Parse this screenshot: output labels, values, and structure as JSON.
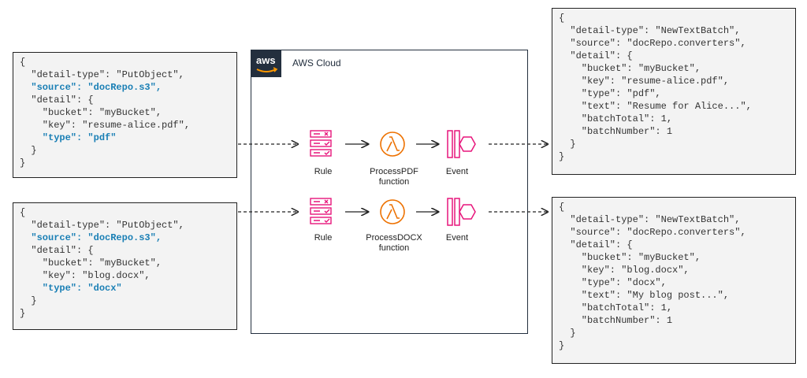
{
  "cloud": {
    "badge": "aws",
    "title": "AWS Cloud"
  },
  "inputs": [
    {
      "lines": [
        {
          "t": "{",
          "hl": false
        },
        {
          "t": "  \"detail-type\": \"PutObject\",",
          "hl": false
        },
        {
          "t": "  \"source\": \"docRepo.s3\",",
          "hl": true
        },
        {
          "t": "  \"detail\": {",
          "hl": false
        },
        {
          "t": "    \"bucket\": \"myBucket\",",
          "hl": false
        },
        {
          "t": "    \"key\": \"resume-alice.pdf\",",
          "hl": false
        },
        {
          "t": "    \"type\": \"pdf\"",
          "hl": true
        },
        {
          "t": "  }",
          "hl": false
        },
        {
          "t": "}",
          "hl": false
        }
      ]
    },
    {
      "lines": [
        {
          "t": "{",
          "hl": false
        },
        {
          "t": "  \"detail-type\": \"PutObject\",",
          "hl": false
        },
        {
          "t": "  \"source\": \"docRepo.s3\",",
          "hl": true
        },
        {
          "t": "  \"detail\": {",
          "hl": false
        },
        {
          "t": "    \"bucket\": \"myBucket\",",
          "hl": false
        },
        {
          "t": "    \"key\": \"blog.docx\",",
          "hl": false
        },
        {
          "t": "    \"type\": \"docx\"",
          "hl": true
        },
        {
          "t": "  }",
          "hl": false
        },
        {
          "t": "}",
          "hl": false
        }
      ]
    }
  ],
  "outputs": [
    {
      "lines": [
        "{",
        "  \"detail-type\": \"NewTextBatch\",",
        "  \"source\": \"docRepo.converters\",",
        "  \"detail\": {",
        "    \"bucket\": \"myBucket\",",
        "    \"key\": \"resume-alice.pdf\",",
        "    \"type\": \"pdf\",",
        "    \"text\": \"Resume for Alice...\",",
        "    \"batchTotal\": 1,",
        "    \"batchNumber\": 1",
        "  }",
        "}"
      ]
    },
    {
      "lines": [
        "{",
        "  \"detail-type\": \"NewTextBatch\",",
        "  \"source\": \"docRepo.converters\",",
        "  \"detail\": {",
        "    \"bucket\": \"myBucket\",",
        "    \"key\": \"blog.docx\",",
        "    \"type\": \"docx\",",
        "    \"text\": \"My blog post...\",",
        "    \"batchTotal\": 1,",
        "    \"batchNumber\": 1",
        "  }",
        "}"
      ]
    }
  ],
  "rows": [
    {
      "rule_label": "Rule",
      "function_label": [
        "ProcessPDF",
        "function"
      ],
      "event_label": "Event"
    },
    {
      "rule_label": "Rule",
      "function_label": [
        "ProcessDOCX",
        "function"
      ],
      "event_label": "Event"
    }
  ],
  "colors": {
    "rule": "#e7157b",
    "lambda": "#ed7100",
    "event": "#e7157b",
    "highlight": "#1a7fb5",
    "cloud_border": "#232f3e"
  },
  "icons": {
    "rule": "eventbridge-rule-icon",
    "lambda": "lambda-icon",
    "event": "eventbridge-event-icon"
  }
}
